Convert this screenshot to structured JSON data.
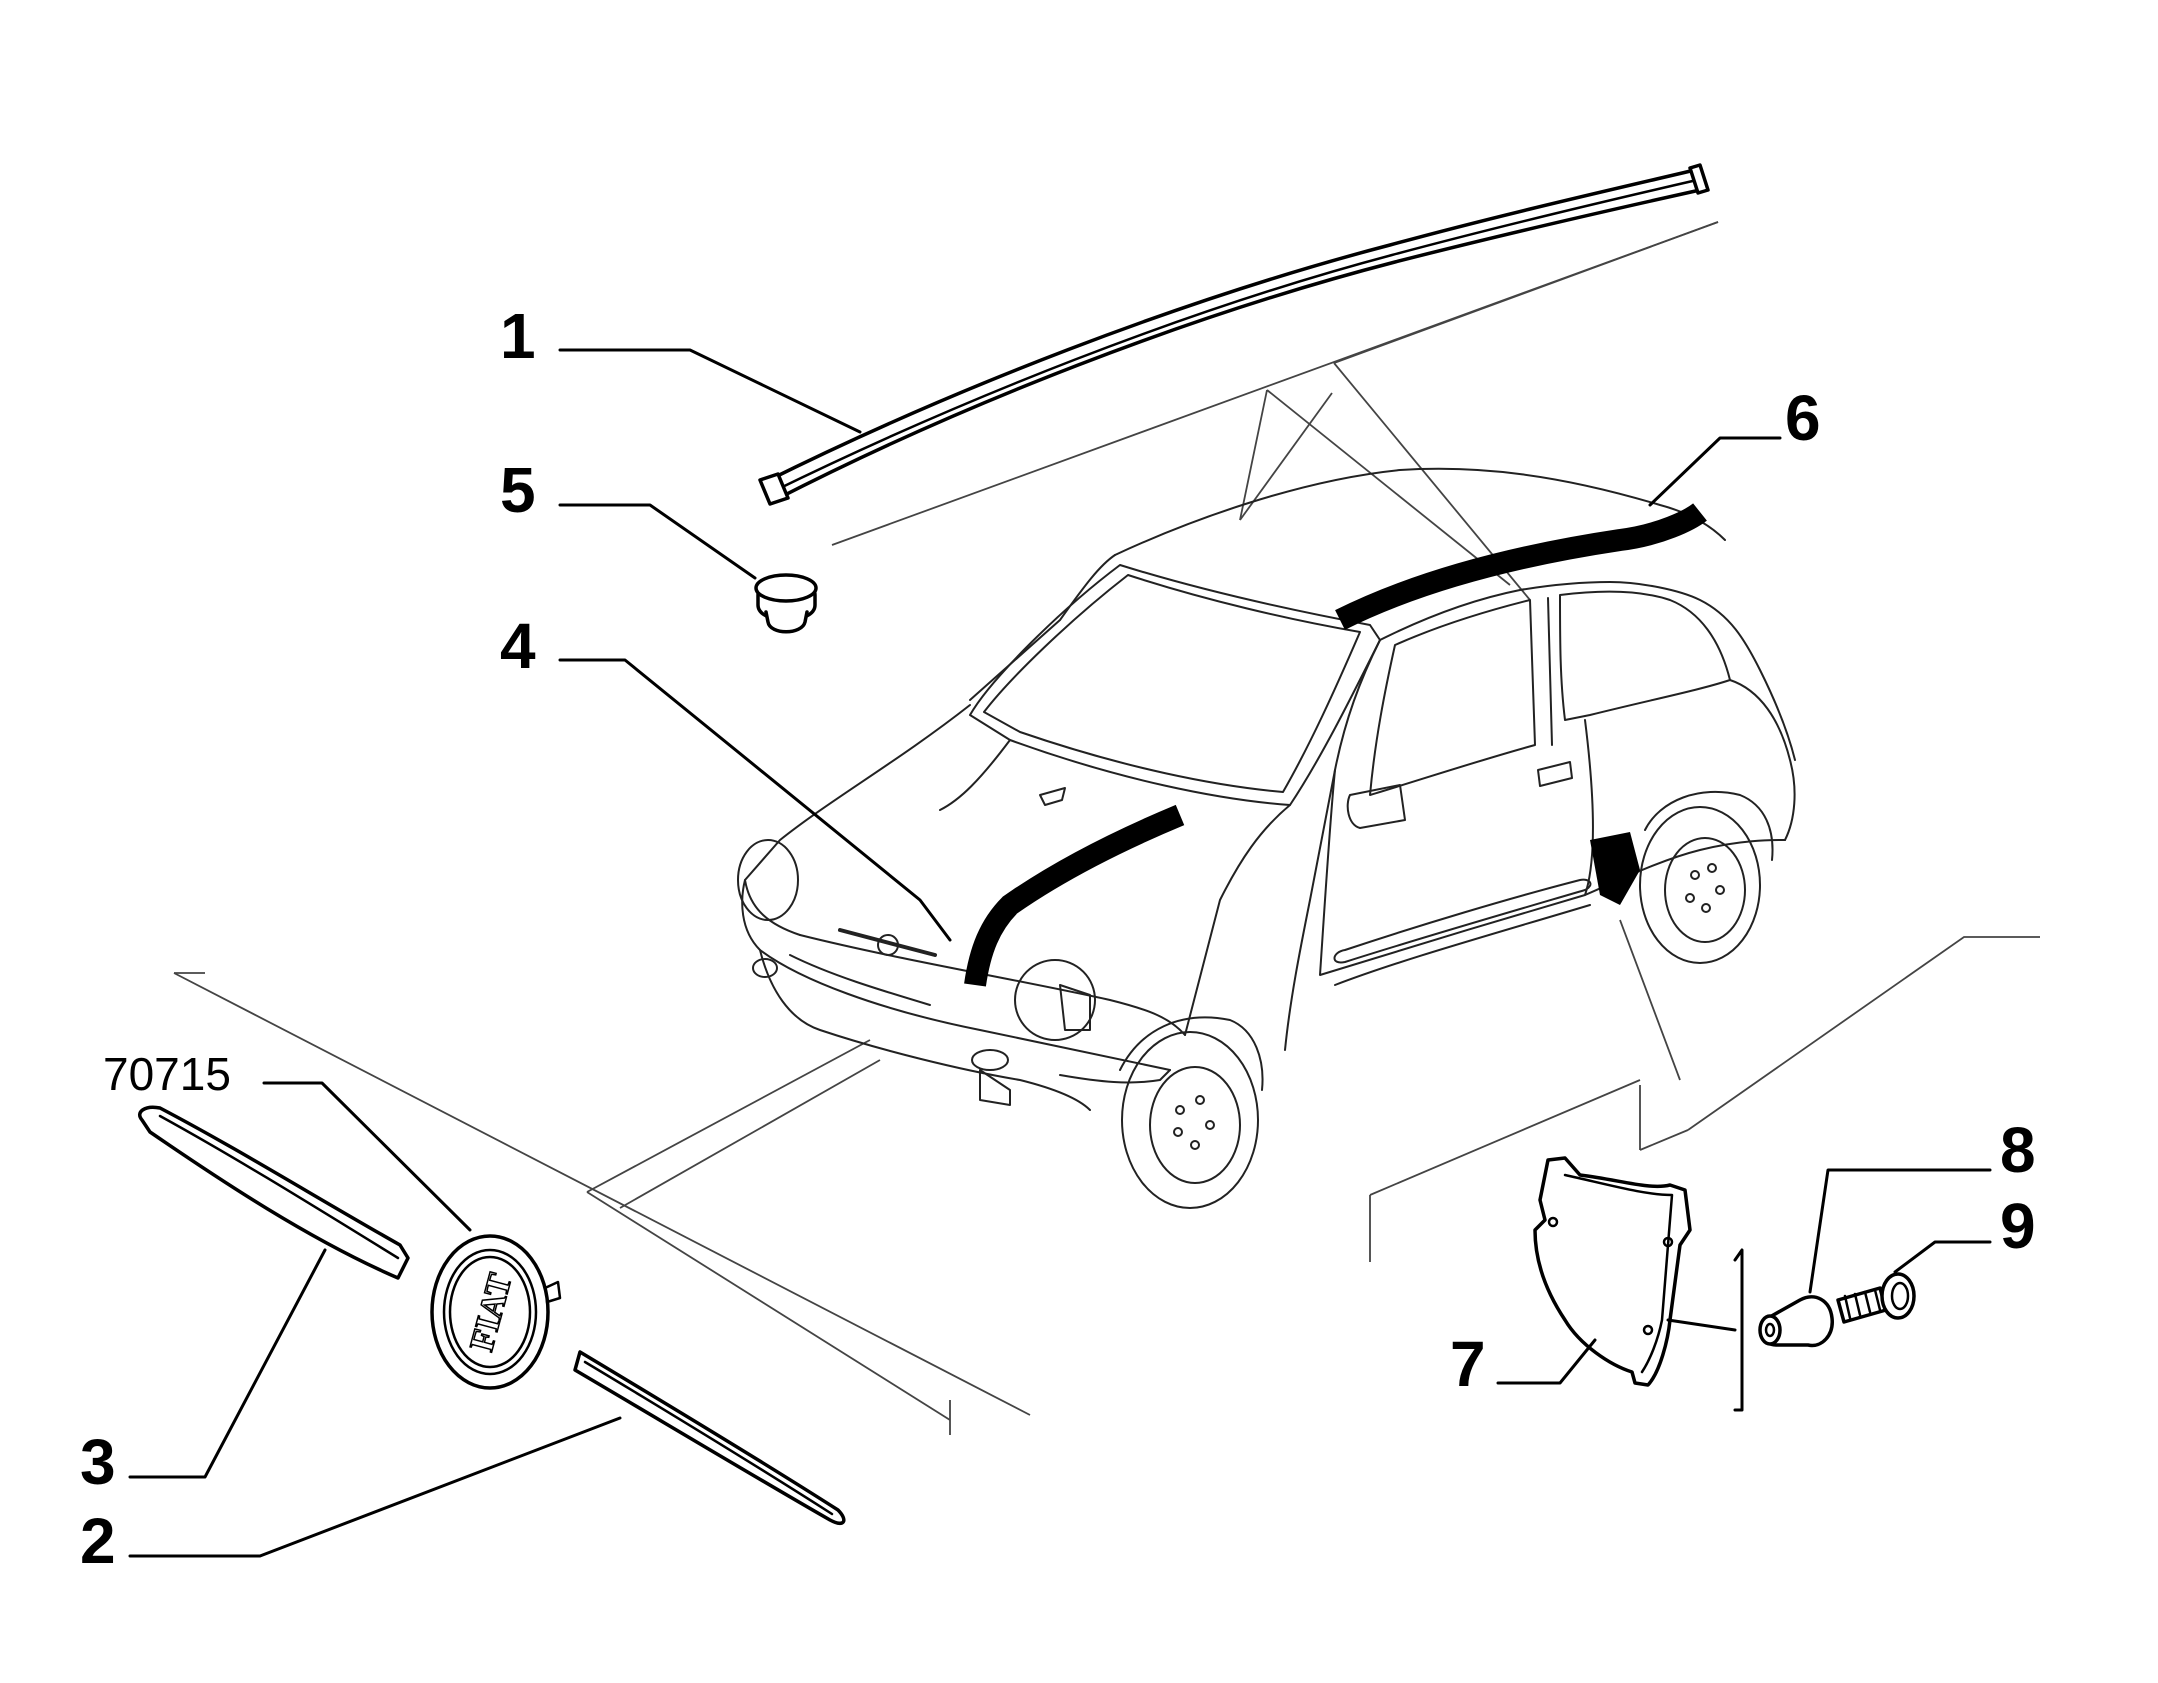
{
  "callouts": {
    "c1": "1",
    "c2": "2",
    "c3": "3",
    "c4": "4",
    "c5": "5",
    "c6": "6",
    "c7": "7",
    "c8": "8",
    "c9": "9"
  },
  "part_number": "70715",
  "emblem_text": "FIAT",
  "icons": {
    "car": "car-illustration-icon",
    "roof_molding": "roof-molding-icon",
    "plug": "plug-cap-icon",
    "emblem": "fiat-badge-icon",
    "side_trim": "side-trim-strip-icon",
    "mud_flap": "mud-flap-icon",
    "clip": "clip-icon",
    "screw": "screw-icon"
  }
}
